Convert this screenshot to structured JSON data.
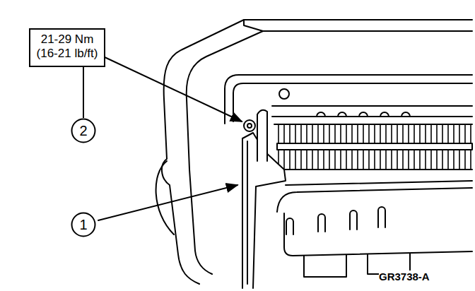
{
  "diagram": {
    "nodes": [
      {
        "text": [
          "21-29 Nm (16-21 lb/ft)"
        ]
      },
      {
        "text": [
          "2"
        ]
      },
      {
        "text": [
          "1"
        ]
      }
    ],
    "edges": [
      {
        "from": 0,
        "to": 1,
        "arrow": "none"
      }
    ],
    "labels": [
      "GR3738-A"
    ]
  }
}
